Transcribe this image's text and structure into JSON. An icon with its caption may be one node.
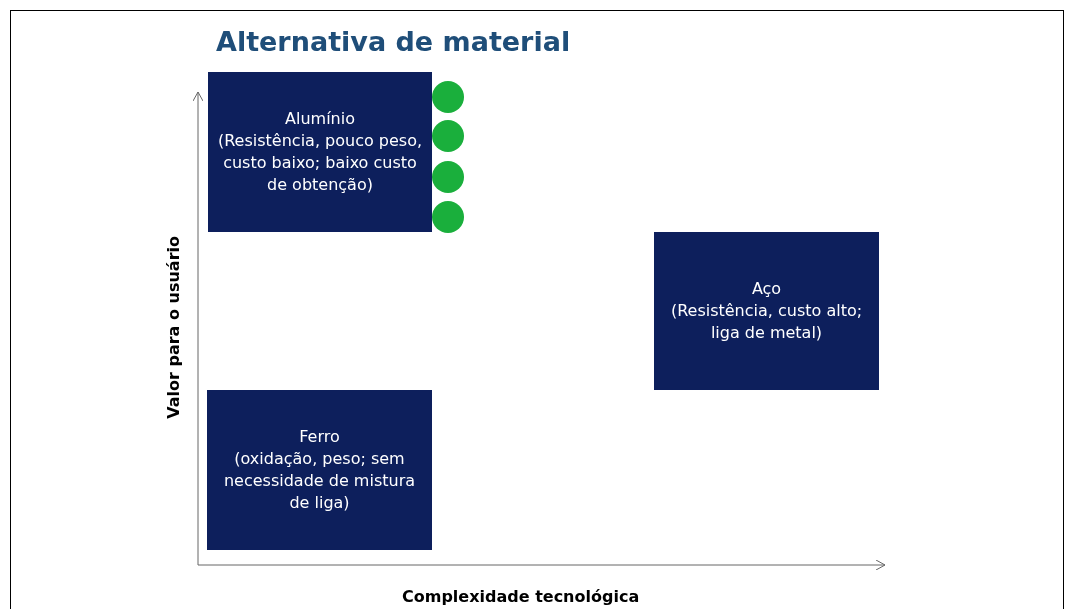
{
  "diagram": {
    "title": "Alternativa de material",
    "nodes": [
      {
        "text": [
          "Alumínio",
          "(Resistência, pouco peso, custo baixo; baixo custo de obtenção)"
        ]
      },
      {
        "text": [],
        "shape": "circle"
      },
      {
        "text": [],
        "shape": "circle"
      },
      {
        "text": [],
        "shape": "circle"
      },
      {
        "text": [],
        "shape": "circle"
      },
      {
        "text": [
          "Aço",
          "(Resistência, custo alto; liga de metal)"
        ]
      },
      {
        "text": [
          "Ferro",
          "(oxidação, peso; sem necessidade de mistura de liga)"
        ]
      }
    ],
    "labels": [
      "Valor para o usuário",
      "Complexidade tecnológica"
    ]
  }
}
